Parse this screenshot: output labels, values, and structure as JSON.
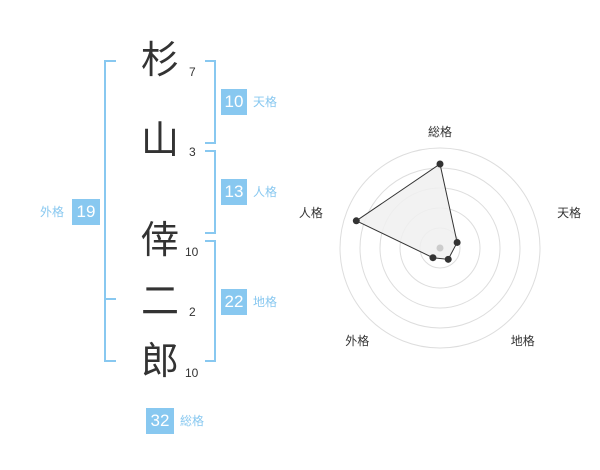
{
  "name": {
    "characters": [
      {
        "char": "杉",
        "strokes": "7"
      },
      {
        "char": "山",
        "strokes": "3"
      },
      {
        "char": "倖",
        "strokes": "10"
      },
      {
        "char": "二",
        "strokes": "2"
      },
      {
        "char": "郎",
        "strokes": "10"
      }
    ]
  },
  "fortunes": {
    "tenkaku": {
      "label": "天格",
      "value": "10"
    },
    "jinkaku": {
      "label": "人格",
      "value": "13"
    },
    "chikaku": {
      "label": "地格",
      "value": "22"
    },
    "gaikaku": {
      "label": "外格",
      "value": "19"
    },
    "soukaku": {
      "label": "総格",
      "value": "32"
    }
  },
  "colors": {
    "accent": "#88c8f0",
    "text": "#333333",
    "grid": "#dddddd",
    "fill": "#f0f0f0"
  },
  "chart_data": {
    "type": "radar",
    "axes": [
      "総格",
      "天格",
      "地格",
      "外格",
      "人格"
    ],
    "values": [
      4.2,
      0.9,
      0.7,
      0.6,
      4.4
    ],
    "range": [
      0,
      5
    ],
    "rings": 5
  }
}
